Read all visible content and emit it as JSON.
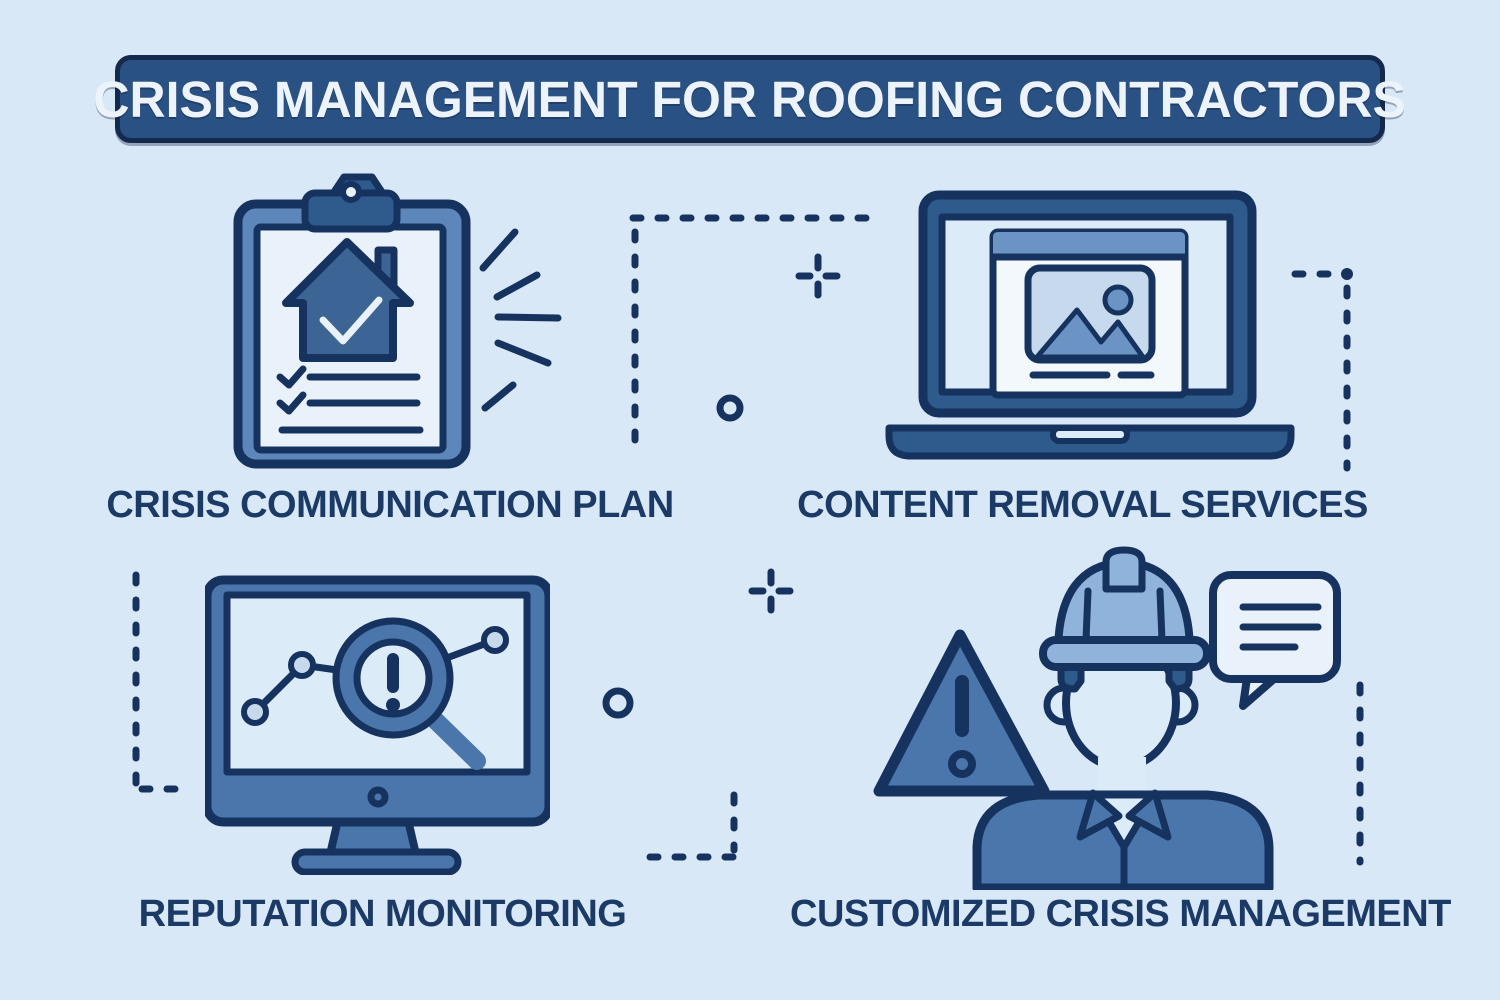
{
  "title": "CRISIS MANAGEMENT FOR ROOFING CONTRACTORS",
  "sections": [
    {
      "label": "CRISIS COMMUNICATION PLAN",
      "icon": "clipboard-checklist-house-icon"
    },
    {
      "label": "CONTENT REMOVAL SERVICES",
      "icon": "laptop-webpage-image-icon"
    },
    {
      "label": "REPUTATION MONITORING",
      "icon": "monitor-magnifier-alert-icon"
    },
    {
      "label": "CUSTOMIZED CRISIS MANAGEMENT",
      "icon": "contractor-warning-speech-icon"
    }
  ],
  "colors": {
    "background": "#d9e8f6",
    "banner_fill": "#2a5183",
    "banner_border": "#14294b",
    "banner_text": "#edf3fb",
    "label_text": "#1b3a66",
    "outline_navy": "#16335f",
    "medium_blue": "#4a76ab",
    "deep_blue": "#2f5b8c",
    "steel_blue": "#5d87ba",
    "light_fill": "#dcebf8",
    "page_fill": "#e9f1fa",
    "hat_blue": "#8fb3da",
    "placeholder_blue": "#c6d9ed",
    "header_blue": "#6b93c4",
    "house_blue": "#3c6494"
  }
}
